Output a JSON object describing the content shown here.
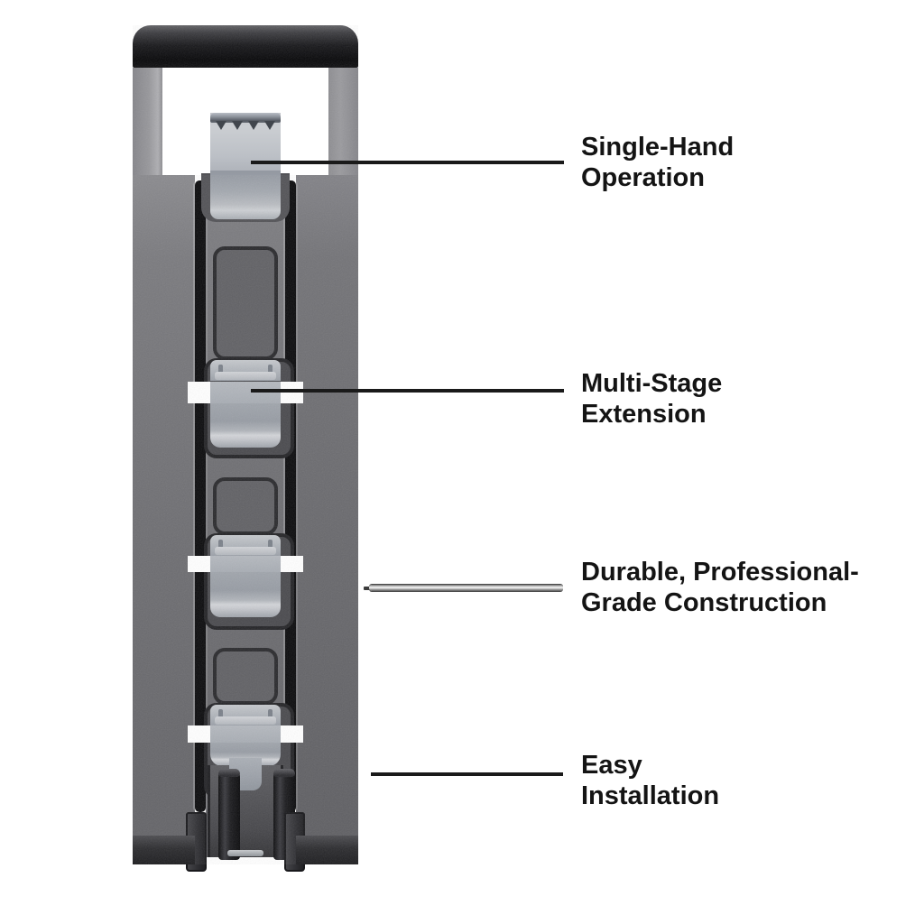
{
  "page": {
    "background": "#ffffff",
    "type": "product-feature-diagram"
  },
  "callouts": [
    {
      "id": "single-hand-operation",
      "line1": "Single-Hand",
      "line2": "Operation"
    },
    {
      "id": "multi-stage-extension",
      "line1": "Multi-Stage",
      "line2": "Extension"
    },
    {
      "id": "durable-construction",
      "line1": "Durable, Professional-",
      "line2": "Grade Construction"
    },
    {
      "id": "easy-installation",
      "line1": "Easy",
      "line2": "Installation"
    }
  ],
  "colors": {
    "text": "#141414",
    "leader_line": "#1a1a1a",
    "leader_line_metal": "#d9d9d9",
    "body_gray": "#6f6f73",
    "outer_column_gray": "#7a7a7e",
    "handle_black": "#0e0e10",
    "clip_silver": "#bcc0c6",
    "groove_black": "#0b0b0d",
    "gap_white": "#ffffff",
    "background": "#ffffff"
  }
}
